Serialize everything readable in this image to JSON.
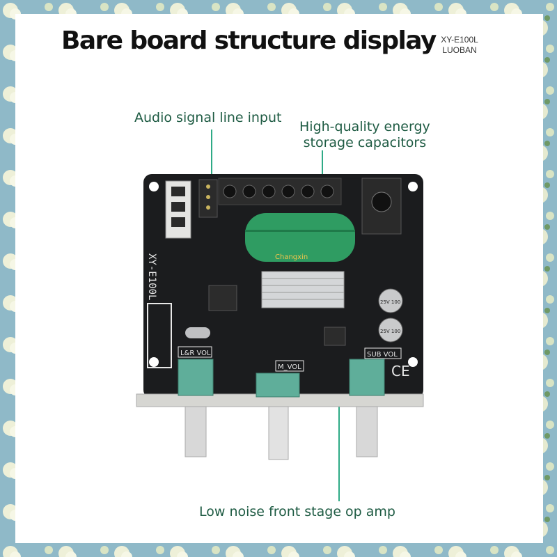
{
  "title": "Bare board structure display",
  "model": {
    "line1": "XY-E100L",
    "line2": "LUOBAN"
  },
  "callouts": {
    "audio_input": "Audio signal line input",
    "capacitors_line1": "High-quality energy",
    "capacitors_line2": "storage capacitors",
    "op_amp": "Low noise front stage op amp"
  },
  "board_labels": {
    "model_silk": "XY-E100L",
    "lr_vol": "L&R VOL",
    "m_vol": "M_VOL",
    "sub_vol": "SUB VOL",
    "capacitor_brand": "Changxin",
    "cap_small_1": "25V 100",
    "cap_small_2": "25V 100",
    "ce_mark": "CE"
  },
  "colors": {
    "callout_text": "#1e5b43",
    "leader_line": "#2faa86",
    "board": "#1b1c1e",
    "capacitor": "#2f9c62",
    "potentiometer": "#5fae9a"
  }
}
